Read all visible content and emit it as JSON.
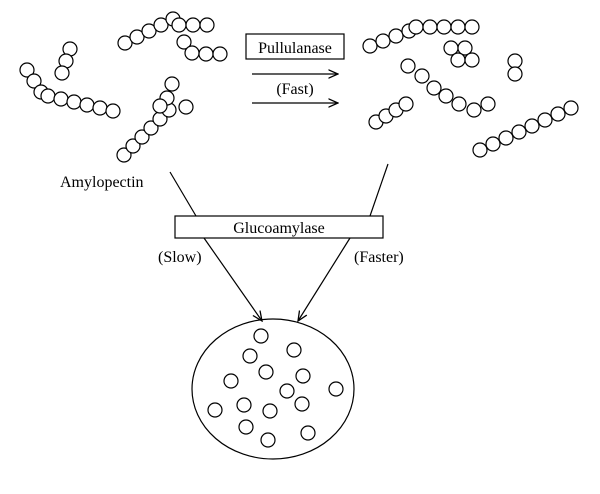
{
  "labels": {
    "substrate": "Amylopectin",
    "enzyme_debranching": "Pullulanase",
    "rate_debranching": "(Fast)",
    "enzyme_saccharifying": "Glucoamylase",
    "rate_left": "(Slow)",
    "rate_right": "(Faster)"
  },
  "colors": {
    "stroke": "#000000",
    "fill": "#ffffff"
  }
}
